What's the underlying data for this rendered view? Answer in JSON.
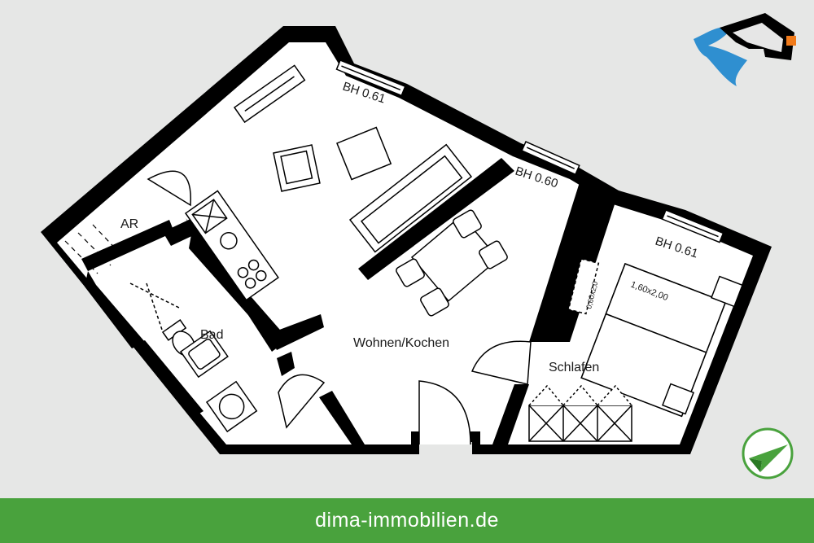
{
  "rooms": {
    "ar": "AR",
    "bad": "Bad",
    "wohnen_kochen": "Wohnen/Kochen",
    "schlafen": "Schlafen"
  },
  "window_heights": {
    "living_top": "BH 0.61",
    "living_right": "BH 0.60",
    "bedroom": "BH 0.61"
  },
  "furniture": {
    "bed_size": "1,60x2,00",
    "wardrobe_size": "0,60x2,0"
  },
  "footer": {
    "website": "dima-immobilien.de"
  },
  "colors": {
    "wall": "#000000",
    "floor": "#ffffff",
    "background": "#e6e7e6",
    "brand_green": "#49a23d",
    "water_blue": "#2f8fd0",
    "marker_orange": "#f07a1a"
  },
  "icons": {
    "compass": "paper-plane-north-arrow-icon",
    "location_map": "building-location-map-icon"
  }
}
